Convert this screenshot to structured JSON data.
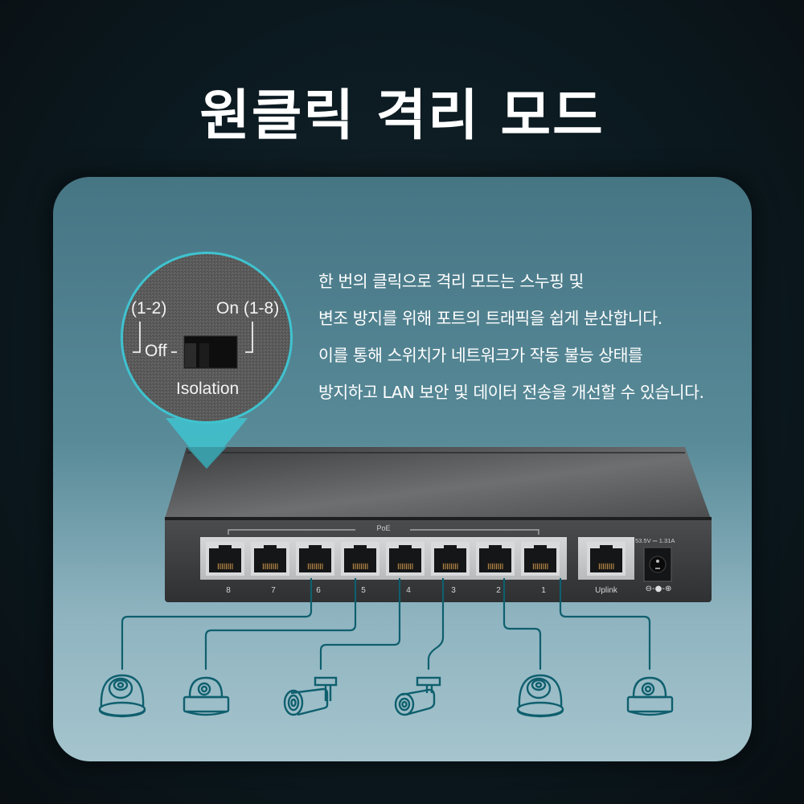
{
  "title": "원클릭 격리 모드",
  "description": {
    "lines": [
      "한 번의 클릭으로 격리 모드는 스누핑 및",
      "변조 방지를 위해 포트의 트래픽을 쉽게 분산합니다.",
      "이를 통해 스위치가 네트워크가 작동 불능 상태를",
      "방지하고 LAN 보안 및 데이터 전송을 개선할 수 있습니다."
    ]
  },
  "magnifier": {
    "off_range": "(1-2)",
    "on_label": "On (1-8)",
    "off_label": "Off",
    "switch_label": "Isolation"
  },
  "switch_device": {
    "poe_label": "PoE",
    "ports": [
      "8",
      "7",
      "6",
      "5",
      "4",
      "3",
      "2",
      "1"
    ],
    "uplink_label": "Uplink",
    "power_rating": "53.5V ⎓ 1.31A",
    "polarity_symbol": "⊖-●-⊕"
  },
  "colors": {
    "accent_cyan": "#3fc3cf",
    "line_teal": "#0f5f6e",
    "panel_top": "#467584",
    "panel_bottom": "#a5c4cd"
  },
  "cameras": [
    {
      "type": "dome",
      "port": "6"
    },
    {
      "type": "dome-mount",
      "port": "5"
    },
    {
      "type": "bullet",
      "port": "4"
    },
    {
      "type": "bullet",
      "port": "3"
    },
    {
      "type": "dome",
      "port": "2"
    },
    {
      "type": "dome-mount",
      "port": "1"
    }
  ]
}
